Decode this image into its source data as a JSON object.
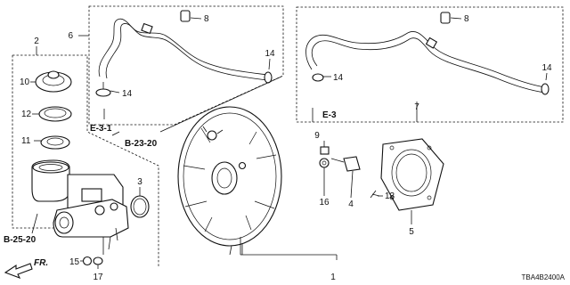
{
  "callouts": {
    "c1": "1",
    "c2": "2",
    "c3": "3",
    "c4": "4",
    "c5": "5",
    "c6": "6",
    "c7": "7",
    "c8a": "8",
    "c8b": "8",
    "c9": "9",
    "c10": "10",
    "c11": "11",
    "c12": "12",
    "c13": "13",
    "c14a": "14",
    "c14b": "14",
    "c14c": "14",
    "c14d": "14",
    "c15": "15",
    "c16": "16",
    "c17": "17"
  },
  "references": {
    "e31": "E-3-1",
    "b2320": "B-23-20",
    "e3": "E-3",
    "b2520": "B-25-20",
    "fr": "FR."
  },
  "diagram_code": "TBA4B2400A",
  "icons": {
    "front_arrow": "front-direction-arrow-icon"
  }
}
